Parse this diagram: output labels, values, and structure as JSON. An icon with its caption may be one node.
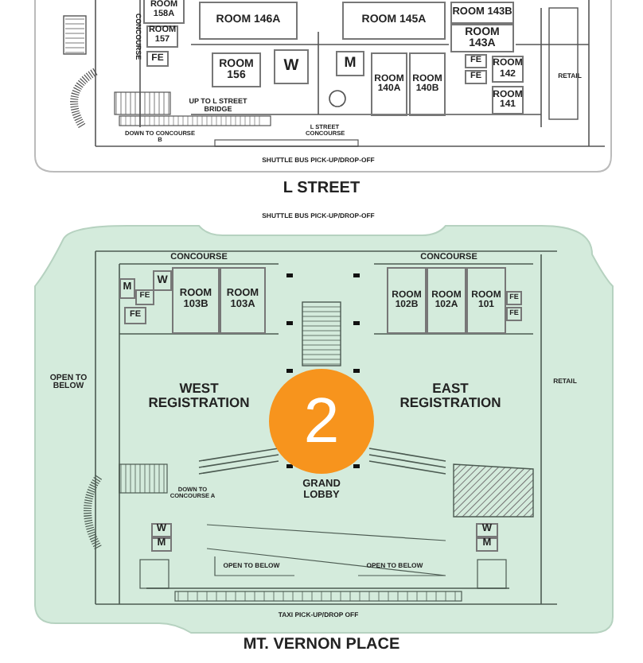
{
  "diagram": {
    "nodes": [
      {
        "text": [
          "ROOM 158A"
        ]
      },
      {
        "text": [
          "ROOM 146A"
        ]
      },
      {
        "text": [
          "ROOM 157"
        ]
      },
      {
        "text": [
          "FE"
        ]
      },
      {
        "text": [
          "W"
        ]
      },
      {
        "text": [
          "ROOM 156"
        ]
      },
      {
        "text": [
          "ROOM 145A"
        ]
      },
      {
        "text": [
          "ROOM 143B"
        ]
      },
      {
        "text": [
          "ROOM 143A"
        ]
      },
      {
        "text": [
          "M"
        ]
      },
      {
        "text": [
          "ROOM 140A"
        ]
      },
      {
        "text": [
          "ROOM 140B"
        ]
      },
      {
        "text": [
          "FE"
        ]
      },
      {
        "text": [
          "FE"
        ]
      },
      {
        "text": [
          "ROOM 142"
        ]
      },
      {
        "text": [
          "ROOM 141"
        ]
      },
      {
        "text": [
          "M"
        ]
      },
      {
        "text": [
          "FE"
        ]
      },
      {
        "text": [
          "W"
        ]
      },
      {
        "text": [
          "FE"
        ]
      },
      {
        "text": [
          "ROOM 103B"
        ]
      },
      {
        "text": [
          "ROOM 103A"
        ]
      },
      {
        "text": [
          "ROOM 102B"
        ]
      },
      {
        "text": [
          "ROOM 102A"
        ]
      },
      {
        "text": [
          "ROOM 101"
        ]
      },
      {
        "text": [
          "FE"
        ]
      },
      {
        "text": [
          "FE"
        ]
      },
      {
        "text": [
          "2"
        ]
      },
      {
        "text": [
          "W"
        ]
      },
      {
        "text": [
          "M"
        ]
      },
      {
        "text": [
          "W"
        ]
      },
      {
        "text": [
          "M"
        ]
      }
    ],
    "labels": [
      "CONCOURSE",
      "UP TO L STREET BRIDGE",
      "DOWN TO CONCOURSE B",
      "L STREET CONCOURSE",
      "RETAIL",
      "SHUTTLE BUS PICK-UP/DROP-OFF",
      "L STREET",
      "SHUTTLE BUS PICK-UP/DROP-OFF",
      "CONCOURSE",
      "CONCOURSE",
      "OPEN TO BELOW",
      "WEST REGISTRATION",
      "EAST REGISTRATION",
      "RETAIL",
      "GRAND LOBBY",
      "DOWN TO CONCOURSE A",
      "OPEN TO BELOW",
      "OPEN TO BELOW",
      "TAXI PICK-UP/DROP OFF",
      "MT. VERNON PLACE"
    ]
  }
}
